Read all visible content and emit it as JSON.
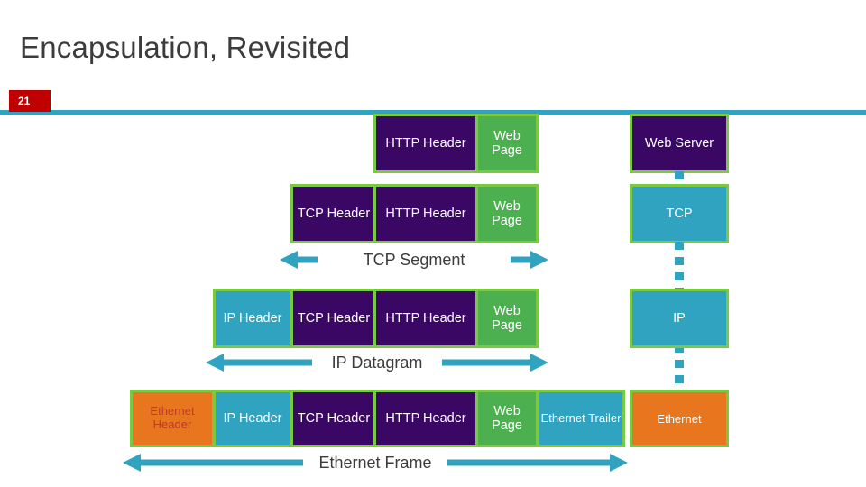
{
  "slide": {
    "title": "Encapsulation, Revisited",
    "number": "21",
    "accent_color": "#2fa3bf",
    "badge_color": "#c00000"
  },
  "rows": [
    {
      "name": "http-row",
      "blocks": [
        {
          "label": "HTTP Header",
          "style": "purple"
        },
        {
          "label": "Web Page",
          "style": "green"
        }
      ],
      "right_label": {
        "label": "Web Server",
        "style": "purple"
      }
    },
    {
      "name": "tcp-row",
      "blocks": [
        {
          "label": "TCP Header",
          "style": "purple"
        },
        {
          "label": "HTTP Header",
          "style": "purple"
        },
        {
          "label": "Web Page",
          "style": "green"
        }
      ],
      "right_label": {
        "label": "TCP",
        "style": "teal"
      }
    },
    {
      "name": "ip-row",
      "blocks": [
        {
          "label": "IP Header",
          "style": "teal"
        },
        {
          "label": "TCP Header",
          "style": "purple"
        },
        {
          "label": "HTTP Header",
          "style": "purple"
        },
        {
          "label": "Web Page",
          "style": "green"
        }
      ],
      "right_label": {
        "label": "IP",
        "style": "teal"
      }
    },
    {
      "name": "ethernet-row",
      "blocks": [
        {
          "label": "Ethernet Header",
          "style": "orange"
        },
        {
          "label": "IP Header",
          "style": "teal"
        },
        {
          "label": "TCP Header",
          "style": "purple"
        },
        {
          "label": "HTTP Header",
          "style": "purple"
        },
        {
          "label": "Web Page",
          "style": "green"
        },
        {
          "label": "Ethernet Trailer",
          "style": "orange"
        }
      ],
      "right_label": {
        "label": "Ethernet",
        "style": "orange"
      }
    }
  ],
  "arrows": [
    {
      "name": "tcp-segment-arrow",
      "label": "TCP Segment"
    },
    {
      "name": "ip-datagram-arrow",
      "label": "IP Datagram"
    },
    {
      "name": "ethernet-frame-arrow",
      "label": "Ethernet Frame"
    }
  ],
  "chart_data": {
    "type": "diagram",
    "title": "Encapsulation, Revisited",
    "layers": [
      {
        "name": "HTTP",
        "fields": [
          "HTTP Header",
          "Web Page"
        ],
        "owner": "Web Server"
      },
      {
        "name": "TCP",
        "fields": [
          "TCP Header",
          "HTTP Header",
          "Web Page"
        ],
        "owner": "TCP",
        "span_label": "TCP Segment"
      },
      {
        "name": "IP",
        "fields": [
          "IP Header",
          "TCP Header",
          "HTTP Header",
          "Web Page"
        ],
        "owner": "IP",
        "span_label": "IP Datagram"
      },
      {
        "name": "Ethernet",
        "fields": [
          "Ethernet Header",
          "IP Header",
          "TCP Header",
          "HTTP Header",
          "Web Page",
          "Ethernet Trailer"
        ],
        "owner": "Ethernet",
        "span_label": "Ethernet Frame"
      }
    ]
  }
}
